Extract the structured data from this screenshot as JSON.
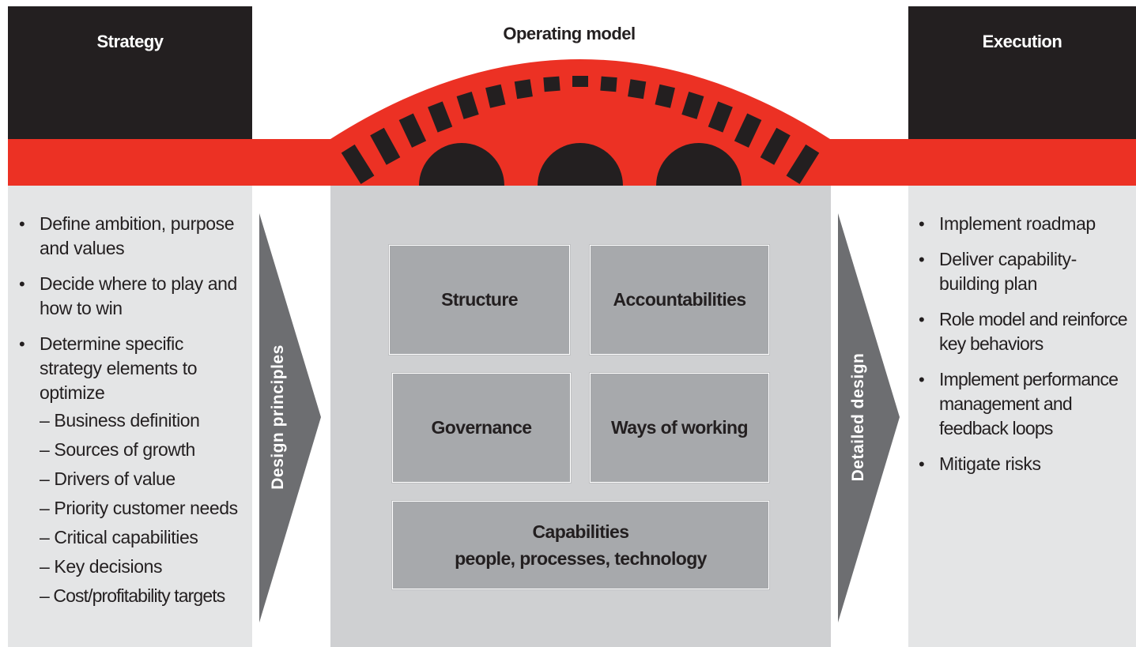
{
  "headers": {
    "strategy": "Strategy",
    "operating_model": "Operating model",
    "execution": "Execution"
  },
  "strategy_bullets": [
    "Define ambition, purpose and values",
    "Decide where to play and how to win",
    "Determine specific strategy elements to optimize"
  ],
  "strategy_subitems": [
    "– Business definition",
    "– Sources of growth",
    "– Drivers of value",
    "– Priority customer needs",
    "– Critical capabilities",
    "– Key decisions",
    "– Cost/profitability targets"
  ],
  "arrows": {
    "left": "Design principles",
    "right": "Detailed design"
  },
  "boxes": {
    "structure": "Structure",
    "accountabilities": "Accountabilities",
    "governance": "Governance",
    "ways_of_working": "Ways of working",
    "capabilities_title": "Capabilities",
    "capabilities_sub": "people, processes, technology"
  },
  "execution_bullets": [
    "Implement roadmap",
    "Deliver capability-building plan",
    "Role model and reinforce key behaviors",
    "Implement performance management and feedback loops",
    "Mitigate risks"
  ],
  "colors": {
    "red": "#ec3124",
    "black": "#231f20",
    "side_gray": "#e4e5e6",
    "center_gray": "#cfd0d2",
    "box_gray": "#a7a9ac",
    "arrow_gray": "#6d6e71"
  }
}
